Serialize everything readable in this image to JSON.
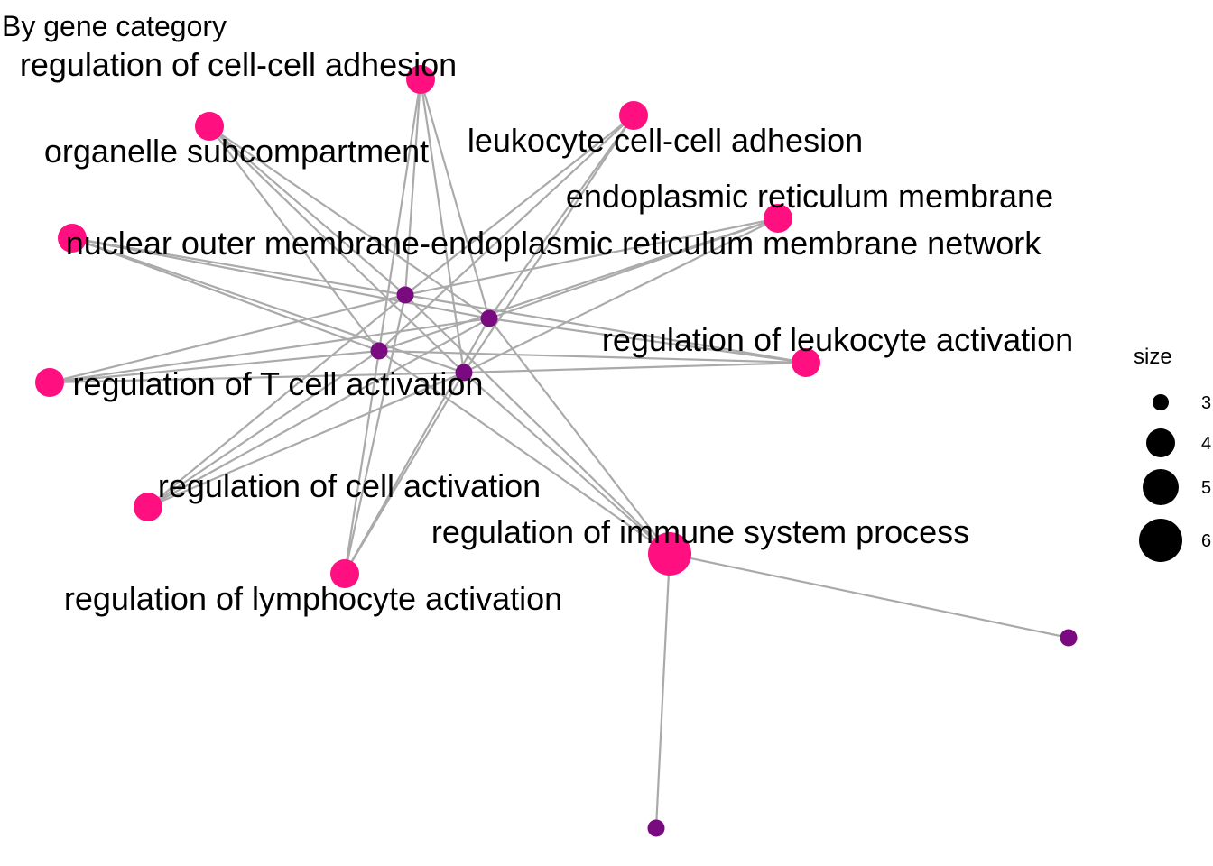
{
  "title": "By gene category",
  "colors": {
    "category_node": "#ff0f80",
    "gene_node": "#7a0a80",
    "edge": "#aaaaaa",
    "legend_node": "#000000"
  },
  "category_nodes": [
    {
      "label": "regulation of cell-cell adhesion",
      "size": 4
    },
    {
      "label": "organelle subcompartment",
      "size": 4
    },
    {
      "label": "leukocyte cell-cell adhesion",
      "size": 4
    },
    {
      "label": "endoplasmic reticulum membrane",
      "size": 4
    },
    {
      "label": "nuclear outer membrane-endoplasmic reticulum membrane network",
      "size": 4
    },
    {
      "label": "regulation of leukocyte activation",
      "size": 4
    },
    {
      "label": "regulation of T cell activation",
      "size": 4
    },
    {
      "label": "regulation of cell activation",
      "size": 4
    },
    {
      "label": "regulation of lymphocyte activation",
      "size": 4
    },
    {
      "label": "regulation of immune system process",
      "size": 6
    }
  ],
  "gene_nodes": [
    {
      "label": ""
    },
    {
      "label": ""
    },
    {
      "label": ""
    },
    {
      "label": ""
    },
    {
      "label": ""
    },
    {
      "label": ""
    }
  ],
  "edges": [
    [
      0,
      0
    ],
    [
      0,
      1
    ],
    [
      0,
      2
    ],
    [
      0,
      3
    ],
    [
      1,
      0
    ],
    [
      1,
      1
    ],
    [
      1,
      2
    ],
    [
      1,
      3
    ],
    [
      2,
      0
    ],
    [
      2,
      1
    ],
    [
      2,
      2
    ],
    [
      2,
      3
    ],
    [
      3,
      0
    ],
    [
      3,
      1
    ],
    [
      3,
      2
    ],
    [
      3,
      3
    ],
    [
      4,
      0
    ],
    [
      4,
      1
    ],
    [
      4,
      2
    ],
    [
      4,
      3
    ],
    [
      5,
      0
    ],
    [
      5,
      1
    ],
    [
      5,
      2
    ],
    [
      5,
      3
    ],
    [
      6,
      0
    ],
    [
      6,
      1
    ],
    [
      6,
      2
    ],
    [
      6,
      3
    ],
    [
      7,
      0
    ],
    [
      7,
      1
    ],
    [
      7,
      2
    ],
    [
      7,
      3
    ],
    [
      8,
      0
    ],
    [
      8,
      1
    ],
    [
      8,
      2
    ],
    [
      8,
      3
    ],
    [
      9,
      0
    ],
    [
      9,
      1
    ],
    [
      9,
      2
    ],
    [
      9,
      3
    ],
    [
      9,
      4
    ],
    [
      9,
      5
    ]
  ],
  "legend": {
    "title": "size",
    "items": [
      {
        "label": "3",
        "size": 3
      },
      {
        "label": "4",
        "size": 4
      },
      {
        "label": "5",
        "size": 5
      },
      {
        "label": "6",
        "size": 6
      }
    ]
  }
}
